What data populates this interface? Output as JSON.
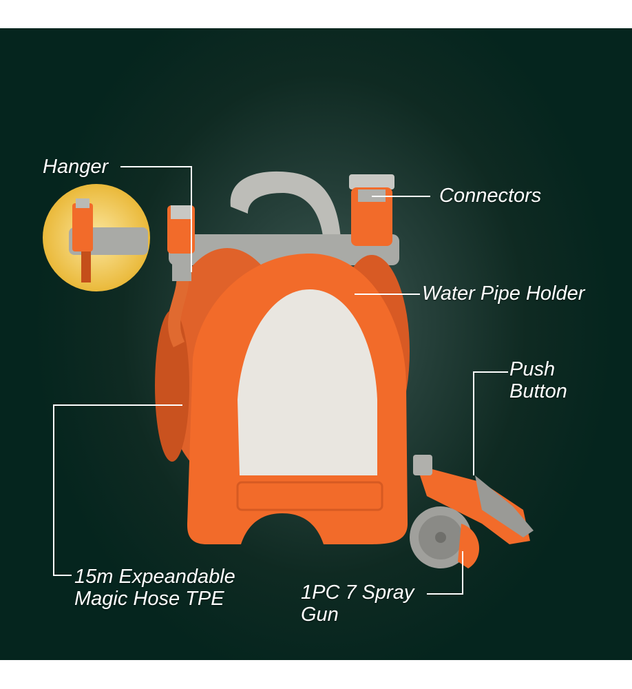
{
  "labels": {
    "hanger": "Hanger",
    "connectors": "Connectors",
    "water_pipe_holder": "Water Pipe Holder",
    "push_button_line1": "Push",
    "push_button_line2": "Button",
    "hose_line1": "15m Expeandable",
    "hose_line2": "Magic Hose TPE",
    "spray_line1": "1PC 7 Spray",
    "spray_line2": "Gun"
  },
  "colors": {
    "background": "#05251e",
    "accent": "#f26b2a",
    "inset": "#f2c94c"
  }
}
